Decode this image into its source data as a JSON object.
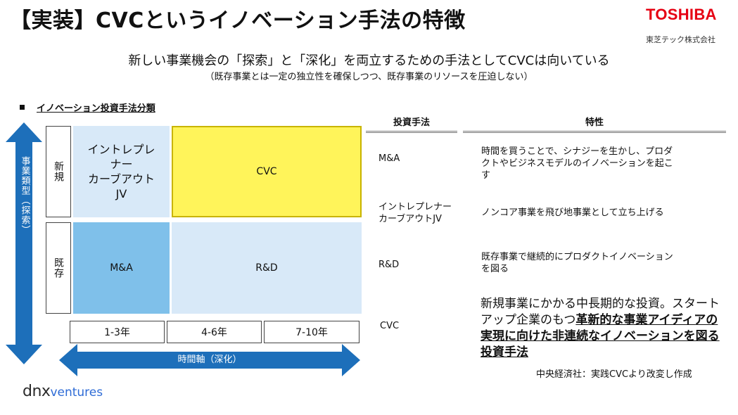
{
  "title": "【実装】CVCというイノベーション手法の特徴",
  "logo": {
    "brand": "TOSHIBA",
    "sub": "東芝テック株式会社"
  },
  "subtitle": "新しい事業機会の「探索」と「深化」を両立するための手法としてCVCは向いている",
  "subnote": "（既存事業とは一定の独立性を確保しつつ、既存事業のリソースを圧迫しない）",
  "section_title": "イノベーション投資手法分類",
  "matrix": {
    "y_axis_label": "事業類型（探索）",
    "x_axis_label": "時間軸（深化）",
    "rows": [
      "新規",
      "既存"
    ],
    "columns": [
      "1-3年",
      "4-6年",
      "7-10年"
    ],
    "cells": {
      "new_short": [
        "イントレプレ",
        "ナー",
        "カーブアウト",
        "JV"
      ],
      "new_long": "CVC",
      "existing_short": "M&A",
      "existing_long": "R&D"
    }
  },
  "table": {
    "headers": [
      "投資手法",
      "特性"
    ],
    "rows": [
      {
        "method": [
          "M&A"
        ],
        "desc": [
          "時間を買うことで、シナジーを生かし、プロダ",
          "クトやビジネスモデルのイノベーションを起こ",
          "す"
        ]
      },
      {
        "method": [
          "イントレプレナー",
          "カーブアウトJV"
        ],
        "desc": [
          "ノンコア事業を飛び地事業として立ち上げる"
        ]
      },
      {
        "method": [
          "R&D"
        ],
        "desc": [
          "既存事業で継続的にプロダクトイノベーション",
          "を図る"
        ]
      },
      {
        "method": [
          "CVC"
        ],
        "desc_plain": "新規事業にかかる中長期的な投資。スタートアップ企業のもつ",
        "desc_emphasis": "革新的な事業アイディアの実現に向けた非連続なイノベーションを図る投資手法"
      }
    ]
  },
  "source": "中央経済社：実践CVCより改変し作成",
  "footer_logo": {
    "main": "dnx",
    "sub": "ventures"
  },
  "colors": {
    "cvc_fill": "#fff45a",
    "cvc_border": "#c8b400",
    "ma_fill": "#7fc0ea",
    "light_fill": "#d8e9f8",
    "arrow": "#1d6fba",
    "brand_red": "#e60012"
  }
}
